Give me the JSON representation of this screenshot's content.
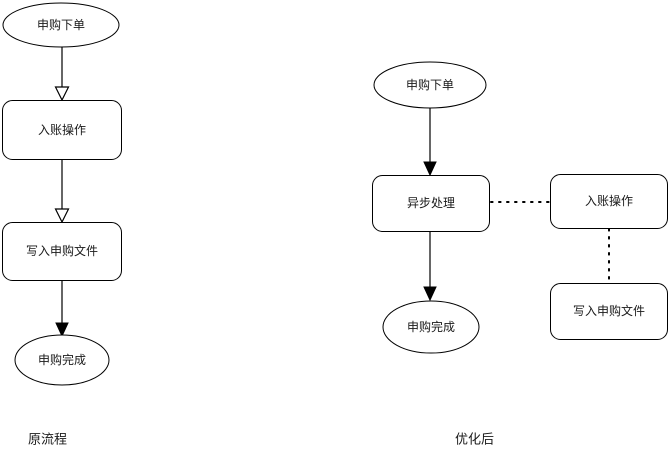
{
  "diagram": {
    "title": "",
    "background_color": "#ffffff",
    "stroke_color": "#000000",
    "text_color": "#1a1a1a",
    "panels": [
      {
        "id": "original",
        "caption": "原流程",
        "nodes": [
          {
            "id": "l1",
            "label": "申购下单",
            "shape": "ellipse"
          },
          {
            "id": "l2",
            "label": "入账操作",
            "shape": "rounded-rect"
          },
          {
            "id": "l3",
            "label": "写入申购文件",
            "shape": "rounded-rect"
          },
          {
            "id": "l4",
            "label": "申购完成",
            "shape": "ellipse"
          }
        ],
        "edges": [
          {
            "from": "l1",
            "to": "l2",
            "style": "solid",
            "arrow": "open"
          },
          {
            "from": "l2",
            "to": "l3",
            "style": "solid",
            "arrow": "open"
          },
          {
            "from": "l3",
            "to": "l4",
            "style": "solid",
            "arrow": "filled"
          }
        ]
      },
      {
        "id": "optimized",
        "caption": "优化后",
        "nodes": [
          {
            "id": "r1",
            "label": "申购下单",
            "shape": "ellipse"
          },
          {
            "id": "r2",
            "label": "异步处理",
            "shape": "rounded-rect"
          },
          {
            "id": "r3",
            "label": "申购完成",
            "shape": "ellipse"
          },
          {
            "id": "r4",
            "label": "入账操作",
            "shape": "rounded-rect"
          },
          {
            "id": "r5",
            "label": "写入申购文件",
            "shape": "rounded-rect"
          }
        ],
        "edges": [
          {
            "from": "r1",
            "to": "r2",
            "style": "solid",
            "arrow": "filled"
          },
          {
            "from": "r2",
            "to": "r3",
            "style": "solid",
            "arrow": "filled"
          },
          {
            "from": "r2",
            "to": "r4",
            "style": "dotted",
            "arrow": "none"
          },
          {
            "from": "r4",
            "to": "r5",
            "style": "dotted",
            "arrow": "none"
          }
        ]
      }
    ]
  }
}
